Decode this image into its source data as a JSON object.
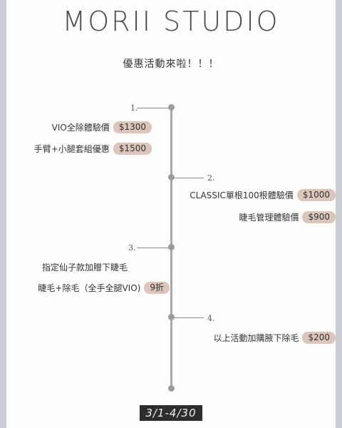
{
  "brand": "MORII STUDIO",
  "subtitle": "優惠活動來啦！！！",
  "steps": [
    {
      "number": "1.",
      "items": [
        {
          "label": "VIO全除體驗價",
          "price": "$1300"
        },
        {
          "label": "手臂+小腿套組優惠",
          "price": "$1500"
        }
      ]
    },
    {
      "number": "2.",
      "items": [
        {
          "label": "CLASSIC單根100根體驗價",
          "price": "$1000"
        },
        {
          "label": "睫毛管理體驗價",
          "price": "$900"
        }
      ]
    },
    {
      "number": "3.",
      "items": [
        {
          "label": "指定仙子款加贈下睫毛"
        },
        {
          "label": "睫毛+除毛（全手全腿VIO)",
          "price": "9折"
        }
      ]
    },
    {
      "number": "4.",
      "items": [
        {
          "label": "以上活動加購腋下除毛",
          "price": "$200"
        }
      ]
    }
  ],
  "date_range": "3/1-4/30"
}
